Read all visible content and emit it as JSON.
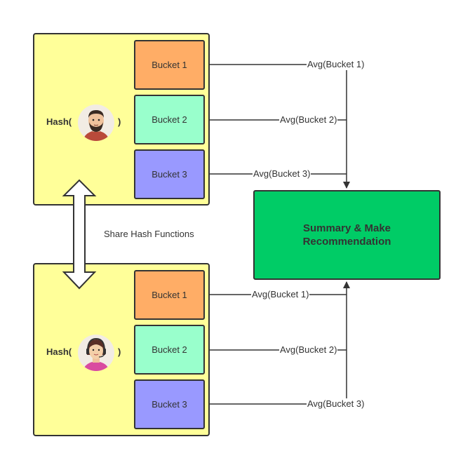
{
  "top_group": {
    "hash_open": "Hash(",
    "hash_close": ")",
    "avatar": "man-avatar-icon",
    "buckets": [
      {
        "label": "Bucket 1",
        "color": "#ffad66"
      },
      {
        "label": "Bucket 2",
        "color": "#99ffcc"
      },
      {
        "label": "Bucket 3",
        "color": "#9999ff"
      }
    ],
    "avgs": [
      "Avg(Bucket 1)",
      "Avg(Bucket 2)",
      "Avg(Bucket 3)"
    ]
  },
  "bottom_group": {
    "hash_open": "Hash(",
    "hash_close": ")",
    "avatar": "woman-headset-avatar-icon",
    "buckets": [
      {
        "label": "Bucket 1",
        "color": "#ffad66"
      },
      {
        "label": "Bucket 2",
        "color": "#99ffcc"
      },
      {
        "label": "Bucket 3",
        "color": "#9999ff"
      }
    ],
    "avgs": [
      "Avg(Bucket 1)",
      "Avg(Bucket 2)",
      "Avg(Bucket 3)"
    ]
  },
  "share_label": "Share Hash Functions",
  "summary": {
    "line1": "Summary & Make",
    "line2": "Recommendation",
    "color": "#00cc66"
  },
  "panel_color": "#ffff99"
}
